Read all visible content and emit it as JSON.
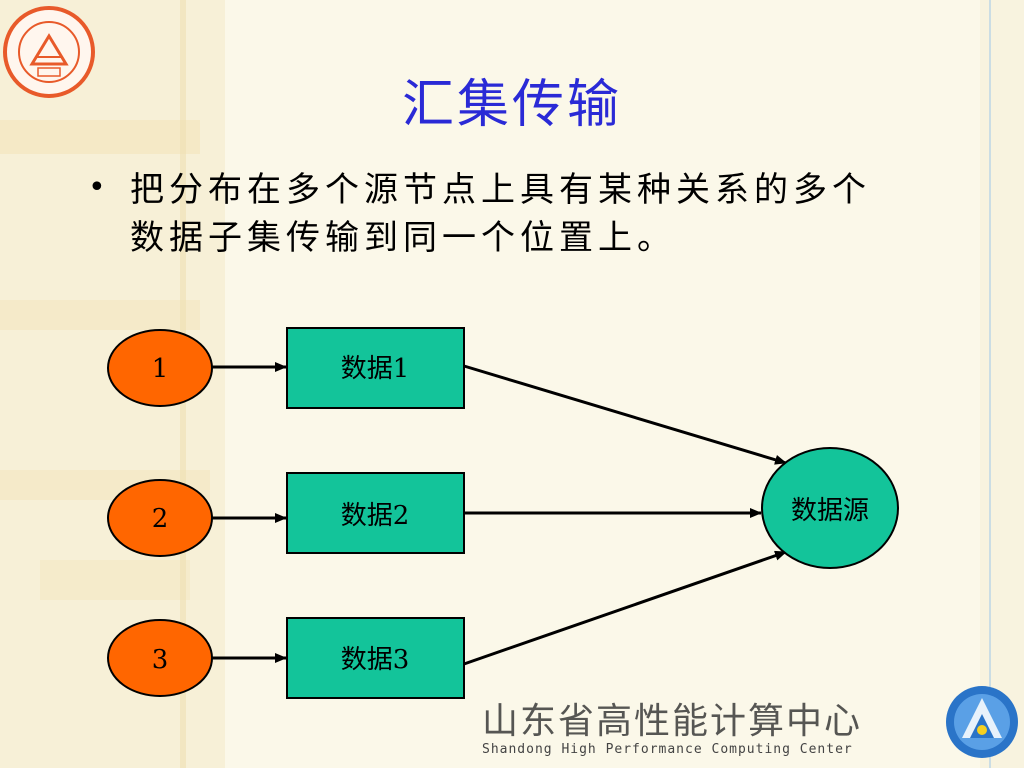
{
  "colors": {
    "title": "#2a2ad6",
    "node_circle_fill": "#ff6600",
    "box_fill": "#13c49a",
    "source_fill": "#13c49a",
    "logo_red": "#e85a2a",
    "logo_blue": "#2a74c8",
    "background": "#fbf8e9"
  },
  "slide": {
    "title": "汇集传输",
    "bullet": "把分布在多个源节点上具有某种关系的多个数据子集传输到同一个位置上。"
  },
  "diagram": {
    "nodes": [
      {
        "label": "1"
      },
      {
        "label": "2"
      },
      {
        "label": "3"
      }
    ],
    "boxes": [
      {
        "label": "数据1"
      },
      {
        "label": "数据2"
      },
      {
        "label": "数据3"
      }
    ],
    "target": {
      "label": "数据源"
    }
  },
  "footer": {
    "org_cn": "山东省高性能计算中心",
    "org_en": "Shandong High Performance Computing Center"
  },
  "icons": {
    "university_logo": "university-seal-icon",
    "center_logo": "hpc-center-logo-icon"
  }
}
